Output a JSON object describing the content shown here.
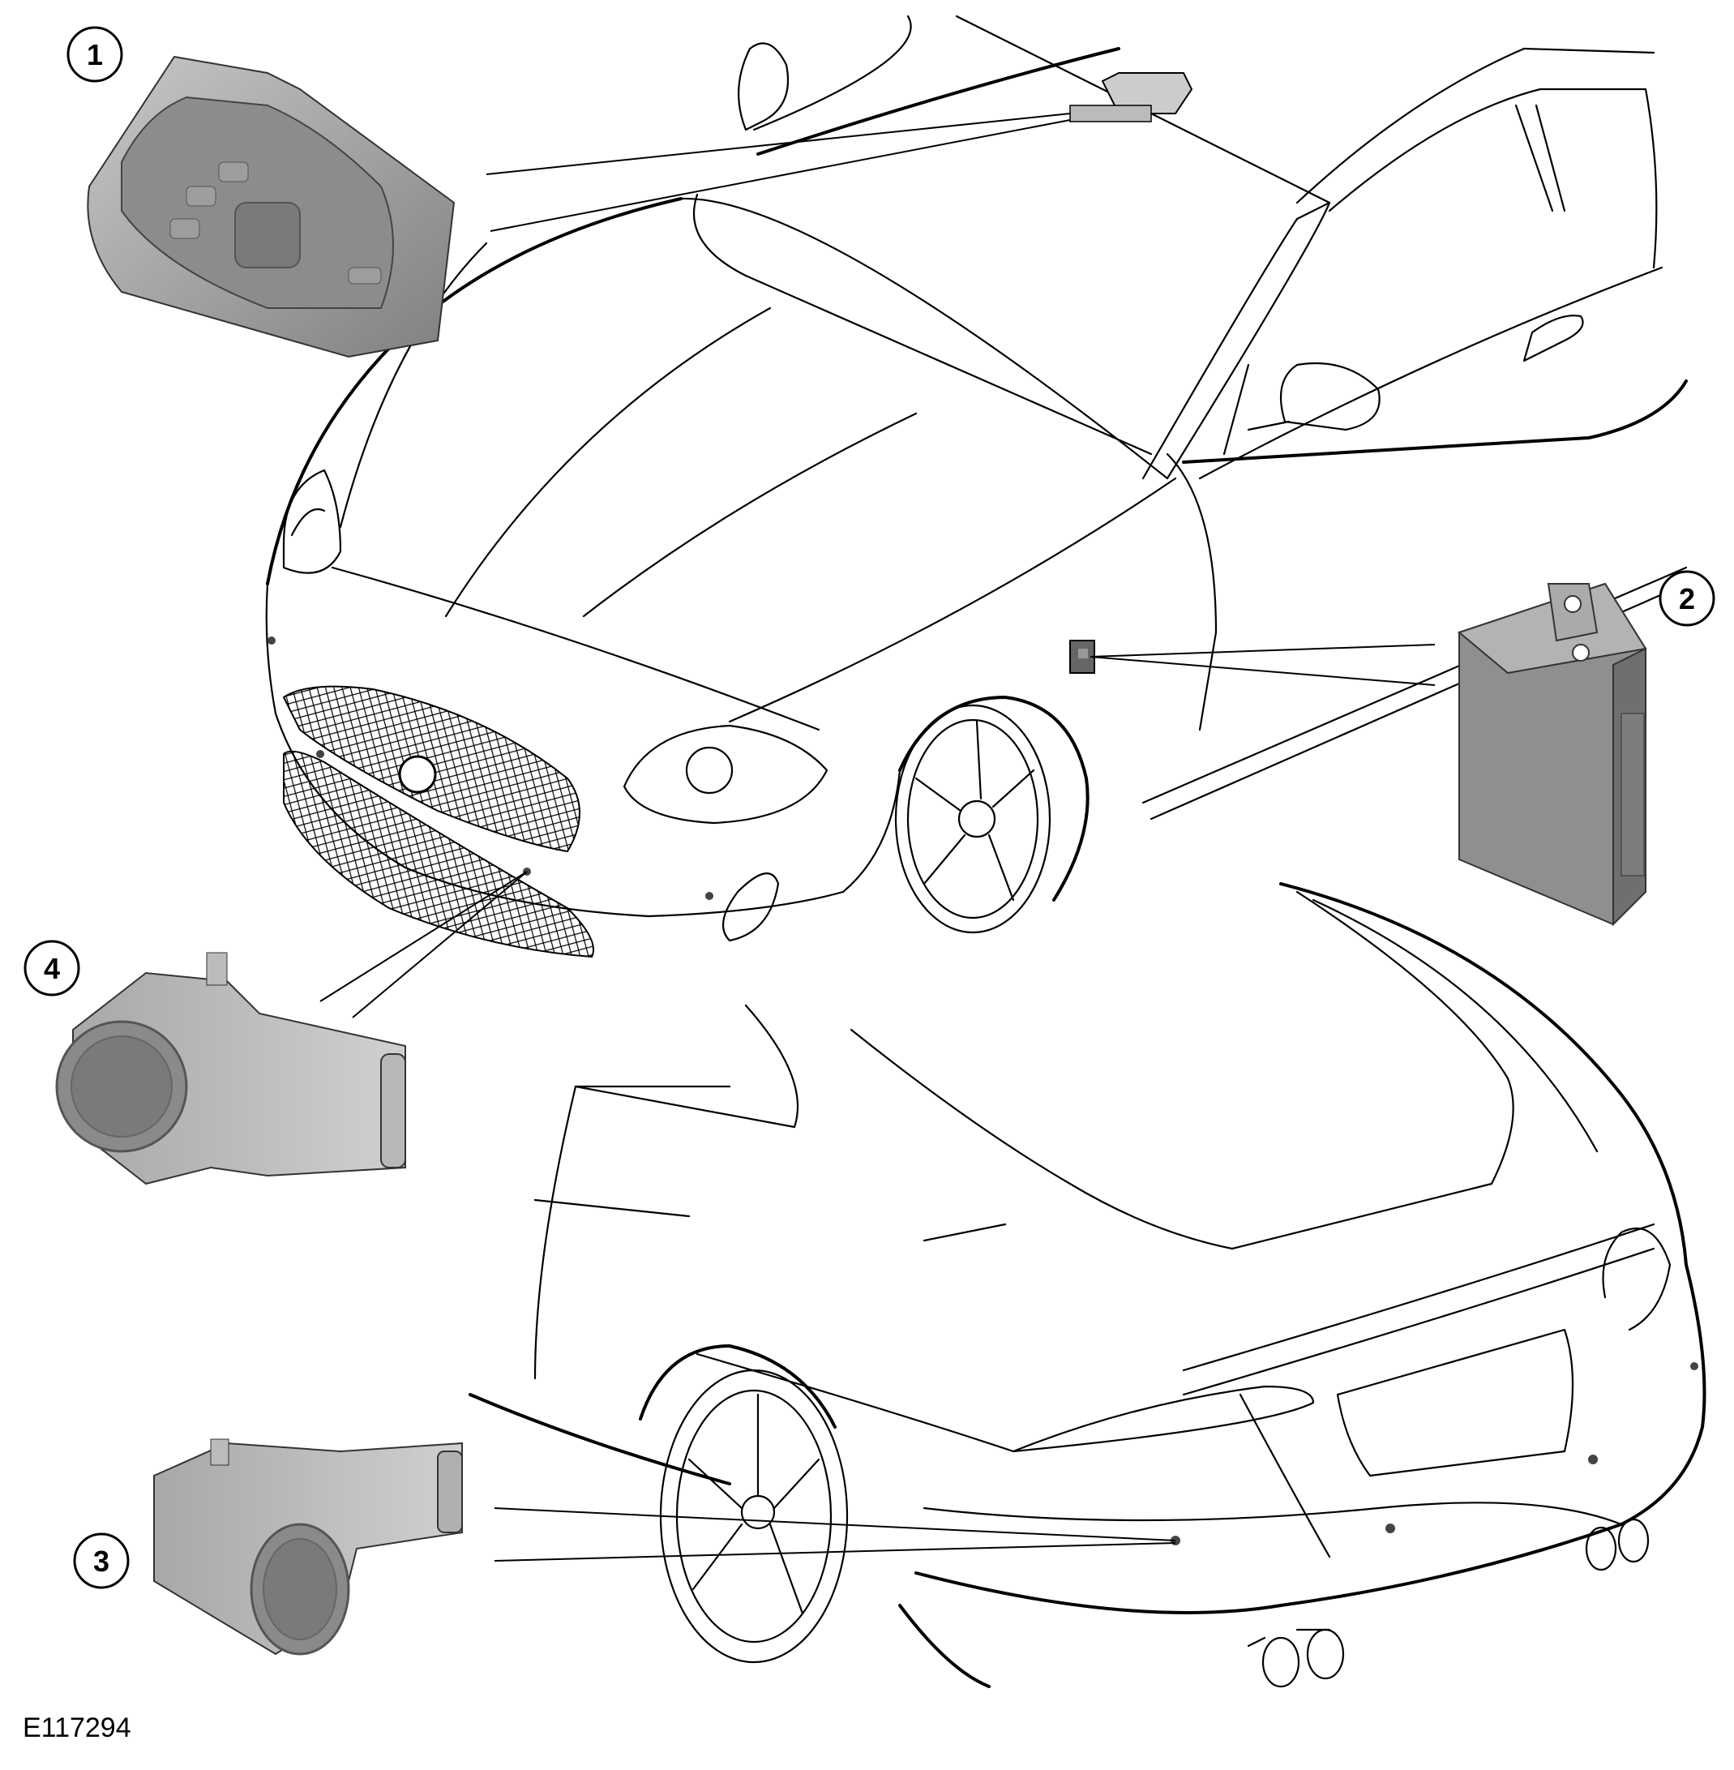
{
  "callouts": [
    {
      "id": "1",
      "component": "overhead-console"
    },
    {
      "id": "2",
      "component": "parking-aid-module"
    },
    {
      "id": "3",
      "component": "rear-parking-sensor"
    },
    {
      "id": "4",
      "component": "front-parking-sensor"
    }
  ],
  "figure_id": "E117294",
  "colors": {
    "line": "#000000",
    "part_fill": "#9a9a9a",
    "part_dark": "#6e6e6e",
    "part_light": "#c4c4c4",
    "background": "#ffffff"
  }
}
